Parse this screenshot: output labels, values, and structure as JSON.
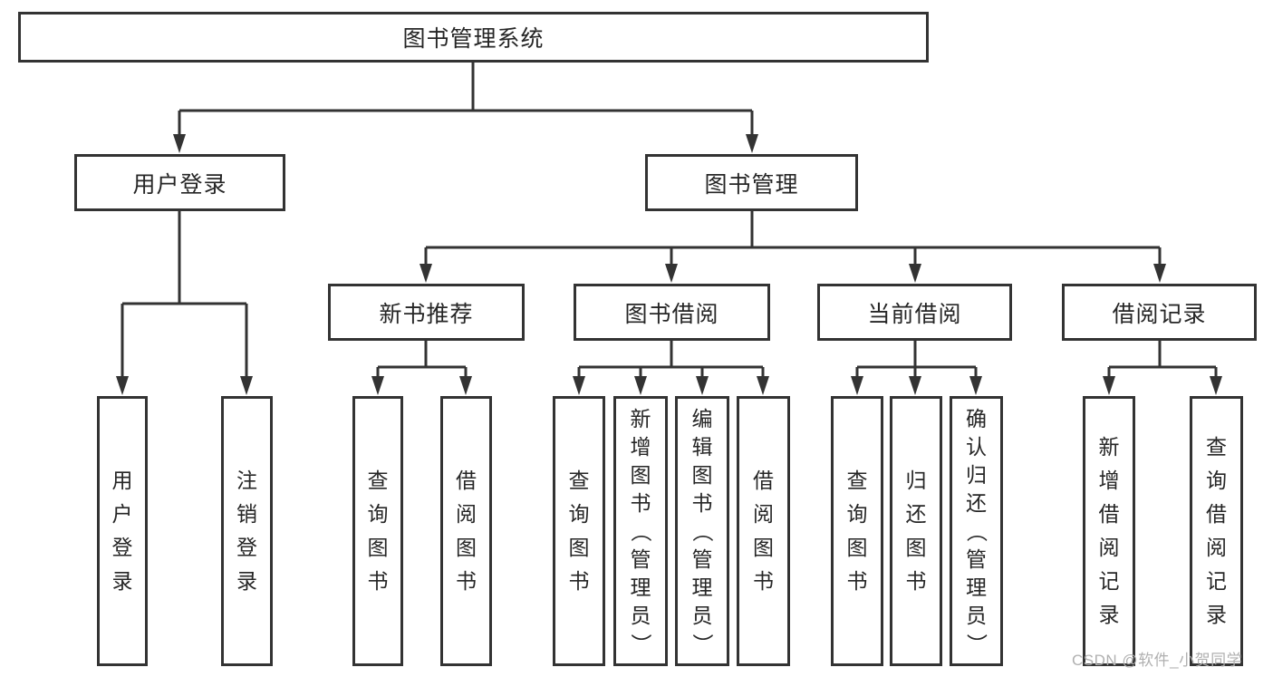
{
  "tree": {
    "root": {
      "label": "图书管理系统",
      "children": [
        {
          "label": "用户登录",
          "children": [
            {
              "label": "用户登录"
            },
            {
              "label": "注销登录"
            }
          ]
        },
        {
          "label": "图书管理",
          "children": [
            {
              "label": "新书推荐",
              "children": [
                {
                  "label": "查询图书"
                },
                {
                  "label": "借阅图书"
                }
              ]
            },
            {
              "label": "图书借阅",
              "children": [
                {
                  "label": "查询图书"
                },
                {
                  "label": "新增图书（管理员）"
                },
                {
                  "label": "编辑图书（管理员）"
                },
                {
                  "label": "借阅图书"
                }
              ]
            },
            {
              "label": "当前借阅",
              "children": [
                {
                  "label": "查询图书"
                },
                {
                  "label": "归还图书"
                },
                {
                  "label": "确认归还（管理员）"
                }
              ]
            },
            {
              "label": "借阅记录",
              "children": [
                {
                  "label": "新增借阅记录"
                },
                {
                  "label": "查询借阅记录"
                }
              ]
            }
          ]
        }
      ]
    }
  },
  "watermark": "CSDN @软件_小贺同学",
  "colors": {
    "line": "#333333",
    "text": "#262626",
    "watermark": "#b0b0b0",
    "background": "#ffffff"
  }
}
